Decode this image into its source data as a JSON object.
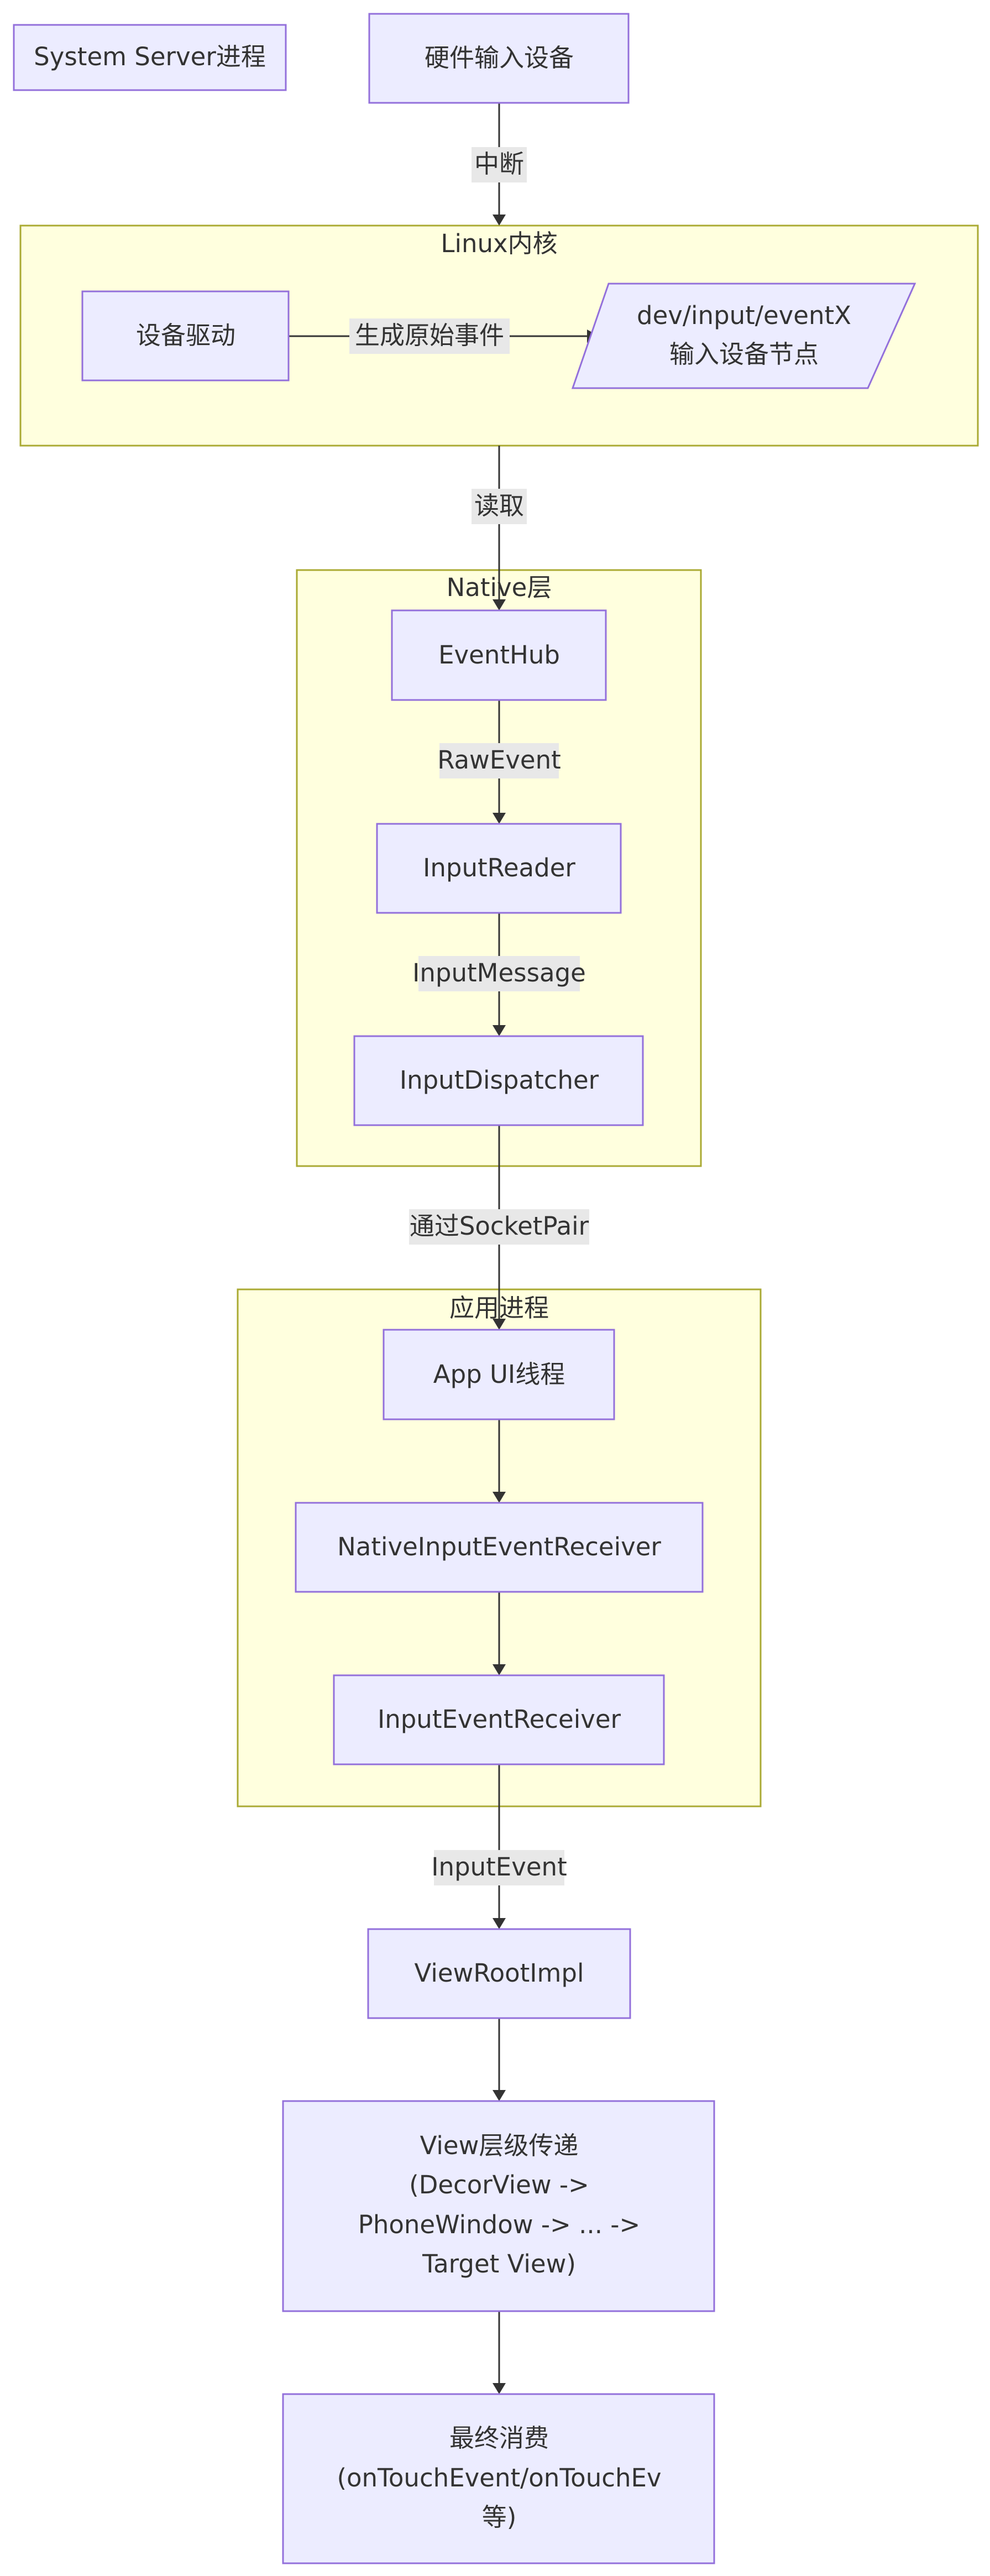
{
  "nodes": {
    "system_server": "System Server进程",
    "hardware": "硬件输入设备",
    "device_driver": "设备驱动",
    "dev_input": [
      "dev/input/eventX",
      "输入设备节点"
    ],
    "eventhub": "EventHub",
    "inputreader": "InputReader",
    "inputdispatcher": "InputDispatcher",
    "app_ui_thread": "App UI线程",
    "native_receiver": "NativeInputEventReceiver",
    "input_receiver": "InputEventReceiver",
    "viewrootimpl": "ViewRootImpl",
    "view_hierarchy": [
      "View层级传递",
      "(DecorView ->",
      "PhoneWindow -> ... ->",
      "Target View)"
    ],
    "final_consume": [
      "最终消费",
      "(onTouchEvent/onTouchEv",
      "等)"
    ]
  },
  "clusters": {
    "linux_kernel": "Linux内核",
    "native_layer": "Native层",
    "app_process": "应用进程"
  },
  "edges": {
    "interrupt": "中断",
    "gen_raw": "生成原始事件",
    "read": "读取",
    "raw_event": "RawEvent",
    "input_message": "InputMessage",
    "socket_pair": "通过SocketPair",
    "input_event": "InputEvent"
  }
}
